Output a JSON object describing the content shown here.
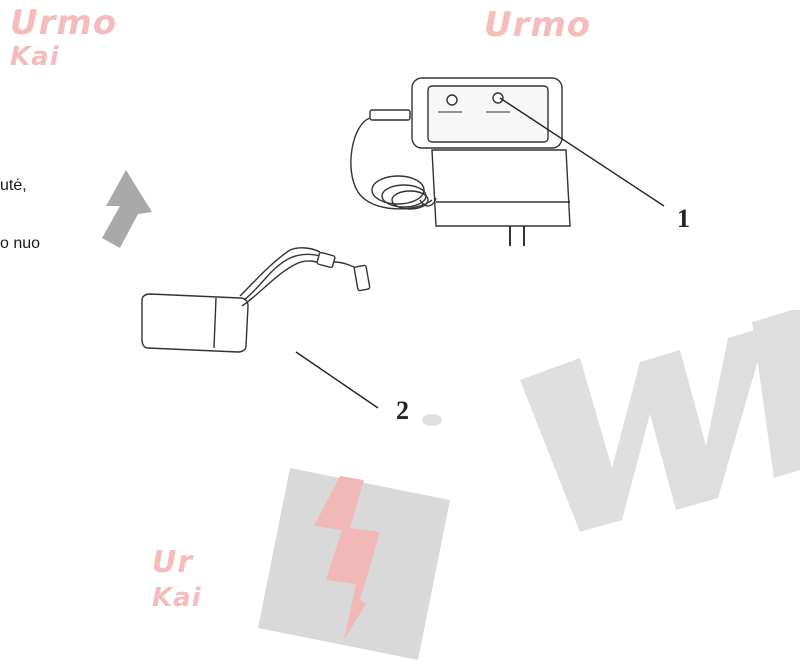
{
  "watermarks": {
    "brand_top_left_line1": "Urmo",
    "brand_top_left_line2": "Kai",
    "brand_top_center": "Urmo",
    "brand_bottom_left_line1": "Ur",
    "brand_bottom_left_line2": "Kai",
    "large_watermark": "WL"
  },
  "body_text": {
    "fragment_1": "utė,",
    "fragment_2": "o nuo"
  },
  "callouts": [
    {
      "number": "1",
      "target": "charger"
    },
    {
      "number": "2",
      "target": "battery"
    }
  ],
  "icons": {
    "arrow": "up-arrow-icon",
    "logo": "lightning-logo-icon",
    "charger": "battery-charger-illustration",
    "battery": "lipo-battery-illustration"
  },
  "colors": {
    "watermark_pink": "#f4bcbc",
    "watermark_gray": "#dcdcdc",
    "ink": "#222222"
  }
}
